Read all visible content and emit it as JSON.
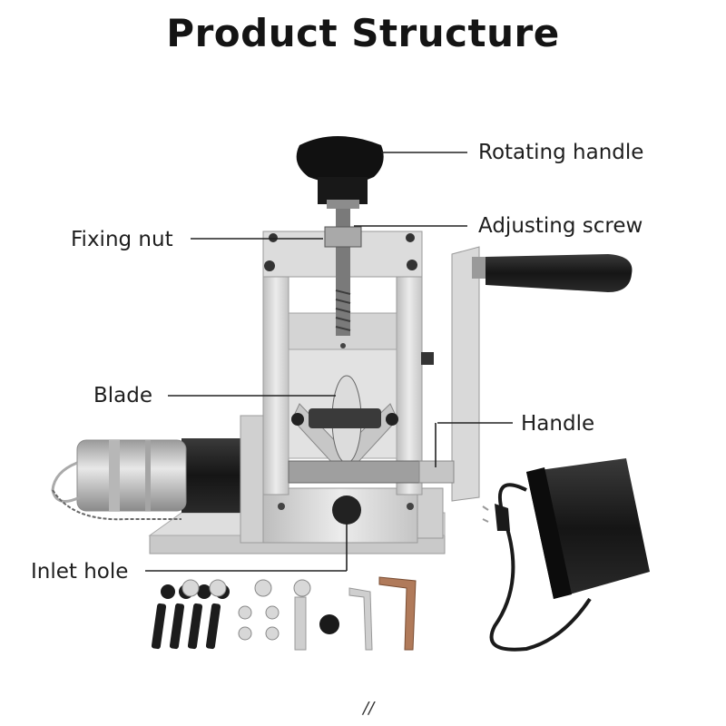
{
  "page": {
    "title": "Product Structure",
    "footer_mark": "//"
  },
  "labels": {
    "rotating_handle": "Rotating handle",
    "adjusting_screw": "Adjusting screw",
    "fixing_nut": "Fixing nut",
    "blade": "Blade",
    "handle": "Handle",
    "inlet_hole": "Inlet hole"
  },
  "colors": {
    "aluminum": "#d6d6d6",
    "dark_part": "#1a1a1a",
    "leader_line": "#222222"
  }
}
